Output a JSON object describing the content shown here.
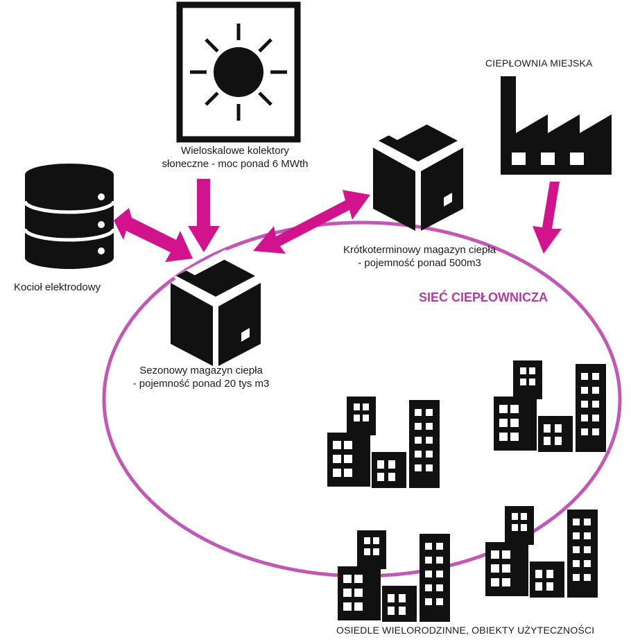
{
  "labels": {
    "solar": [
      "Wieloskalowe kolektory",
      "słoneczne - moc ponad 6 MWth"
    ],
    "boiler": "Kocioł elektrodowy",
    "seasonal": [
      "Sezonowy magazyn ciepła",
      "- pojemność ponad 20 tys m3"
    ],
    "short_term": [
      "Krótkoterminowy magazyn ciepła",
      "- pojemność ponad 500m3"
    ],
    "heating_plant": "CIEPŁOWNIA MIEJSKA",
    "network": "SIEĆ CIEPŁOWNICZA",
    "estate": "OSIEDLE WIELORODZINNE, OBIEKTY UŻYTECZNOŚCI"
  },
  "colors": {
    "accent": "#d1148e",
    "ring": "#c257b5",
    "icon": "#111111"
  },
  "icons": [
    "sun-icon",
    "database-icon",
    "box-icon",
    "factory-icon",
    "buildings-icon"
  ]
}
